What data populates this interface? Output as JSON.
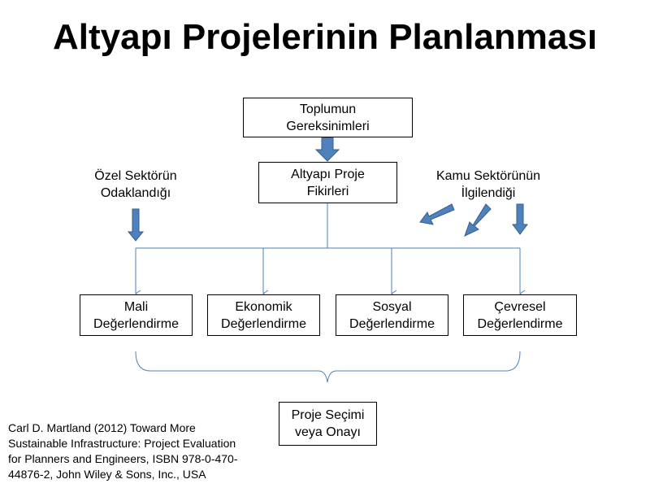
{
  "slide": {
    "title": "Altyapı Projelerinin Planlanması"
  },
  "diagram": {
    "top_box": "Toplumun\nGereksinimleri",
    "idea_box": "Altyapı Proje\nFikirleri",
    "private_label": "Özel Sektörün\nOdaklandığı",
    "public_label": "Kamu Sektörünün\nİlgilendiği",
    "evaluations": [
      {
        "label": "Mali\nDeğerlendirme"
      },
      {
        "label": "Ekonomik\nDeğerlendirme"
      },
      {
        "label": "Sosyal\nDeğerlendirme"
      },
      {
        "label": "Çevresel\nDeğerlendirme"
      }
    ],
    "decision_box": "Proje Seçimi\nveya Onayı",
    "colors": {
      "arrow_fill": "#4f81bd",
      "arrow_stroke": "#385d8a",
      "connector": "#4f81bd"
    }
  },
  "citation": "Carl D. Martland (2012) Toward More Sustainable Infrastructure: Project Evaluation for Planners and Engineers, ISBN 978-0-470-44876-2, John Wiley & Sons, Inc., USA"
}
